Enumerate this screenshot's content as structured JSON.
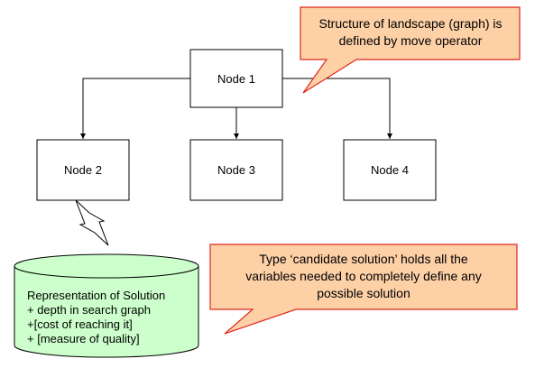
{
  "diagram": {
    "nodes": [
      {
        "id": "node1",
        "label": "Node 1"
      },
      {
        "id": "node2",
        "label": "Node 2"
      },
      {
        "id": "node3",
        "label": "Node 3"
      },
      {
        "id": "node4",
        "label": "Node 4"
      }
    ],
    "edges": [
      {
        "from": "node1",
        "to": "node2"
      },
      {
        "from": "node1",
        "to": "node3"
      },
      {
        "from": "node1",
        "to": "node4"
      }
    ],
    "callouts": {
      "structure": {
        "lines": [
          "Structure of landscape (graph) is",
          "defined by move operator"
        ]
      },
      "candidate": {
        "lines": [
          "Type ‘candidate solution’ holds all the",
          "variables needed to completely define any",
          "possible solution"
        ]
      }
    },
    "solution": {
      "lines": [
        "Representation of Solution",
        "+ depth in search graph",
        "+[cost of reaching it]",
        "+ [measure of quality]"
      ]
    },
    "colors": {
      "callout_fill": "#fdd0a6",
      "callout_border": "#e0281e",
      "database_fill": "#ccffcc",
      "database_border": "#000000",
      "node_border": "#000000"
    }
  }
}
